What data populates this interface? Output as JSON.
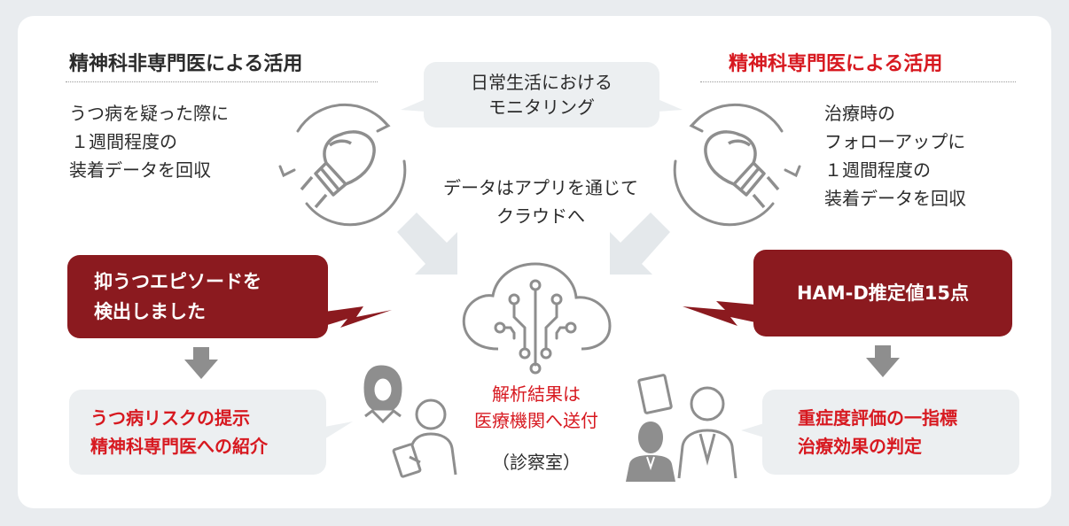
{
  "left": {
    "header": "精神科非専門医による活用",
    "description": [
      "うつ病を疑った際に",
      "１週間程度の",
      "装着データを回収"
    ],
    "alert": [
      "抑うつエピソードを",
      "検出しました"
    ],
    "outcome": [
      "うつ病リスクの提示",
      "精神科専門医への紹介"
    ]
  },
  "right": {
    "header": "精神科専門医による活用",
    "description": [
      "治療時の",
      "フォローアップに",
      "１週間程度の",
      "装着データを回収"
    ],
    "alert": "HAM-D推定値15点",
    "outcome": [
      "重症度評価の一指標",
      "治療効果の判定"
    ]
  },
  "center": {
    "monitoring": [
      "日常生活における",
      "モニタリング"
    ],
    "cloud_text": [
      "データはアプリを通じて",
      "クラウドへ"
    ],
    "analysis": [
      "解析結果は",
      "医療機関へ送付"
    ],
    "room": "（診察室）"
  },
  "colors": {
    "accent_red": "#d71920",
    "dark_red_box": "#8b1a1f",
    "gray_box": "#eceff1",
    "icon_gray": "#8e8e8e"
  }
}
